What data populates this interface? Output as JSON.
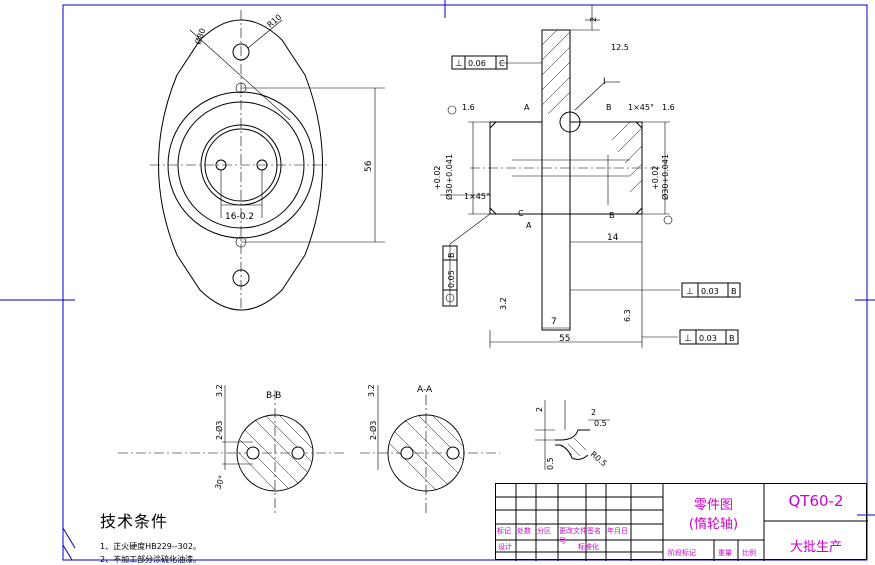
{
  "top_view": {
    "dim_diameter_80": "Ø80",
    "dim_radius_10": "R10",
    "dim_56": "56",
    "dim_16": "16-0.2"
  },
  "front_view": {
    "flatness_label": "⊥",
    "flatness_value": "0.06",
    "flatness_datum": "C",
    "label_I": "I",
    "label_B_top": "B",
    "label_A_top": "A",
    "chamfer_right": "1×45°",
    "roughness_left": "1.6",
    "roughness_right": "1.6",
    "tol_left": "+0.02",
    "dia_left": "Ø30+0.041",
    "tol_right": "+0.02",
    "dia_right": "Ø30+0.041",
    "chamfer_left": "1×45°",
    "label_C": "C",
    "label_A_bottom": "A",
    "label_B_bottom": "B",
    "dim_14": "14",
    "runout_value": "0.05",
    "runout_datum": "B",
    "dim_2_top": "2",
    "roughness_top": "12.5",
    "dim_7": "7",
    "dim_55": "55",
    "roughness_63": "6.3",
    "roughness_left_side": "3.2",
    "perp1_value": "0.03",
    "perp1_datum": "B",
    "perp2_value": "0.03",
    "perp2_datum": "B"
  },
  "sections": {
    "bb_title": "B-B",
    "aa_title": "A-A",
    "bb_holes": "2-Ø3",
    "aa_holes": "2-Ø3",
    "bb_angle": "30°",
    "rough_bb": "3.2",
    "rough_aa": "3.2",
    "detail_2a": "2",
    "detail_2b": "2",
    "detail_05a": "0.5",
    "detail_05b": "0.5",
    "detail_r05": "R0.5"
  },
  "tech": {
    "title": "技术条件",
    "item1": "1、正火硬度HB229--302。",
    "item2": "2、不加工部分涂硫化油漆。"
  },
  "title_block": {
    "part_name_1": "零件图",
    "part_name_2": "(惰轮轴)",
    "part_code": "QT60-2",
    "production": "大批生产",
    "row_labels": [
      "标记",
      "处数",
      "分区",
      "更改文件号",
      "签名",
      "年月日"
    ],
    "design": "设计",
    "standard": "标准化",
    "stage": "阶段标记",
    "weight": "重量",
    "scale": "比例"
  }
}
